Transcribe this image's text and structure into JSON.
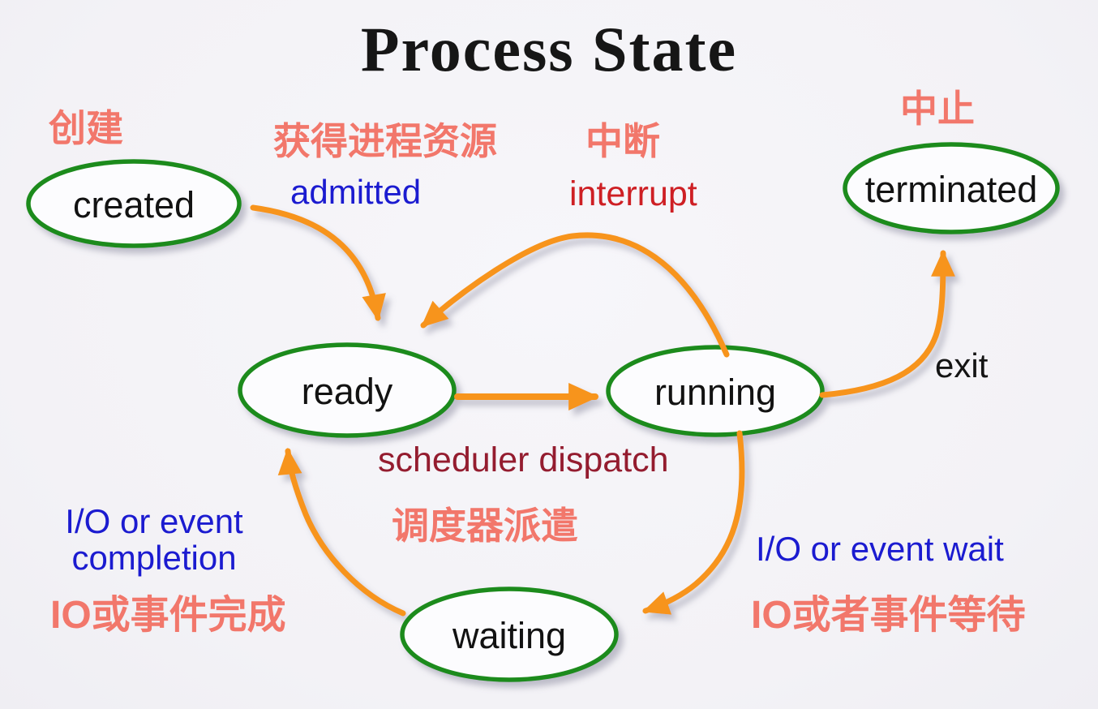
{
  "title": "Process State",
  "states": {
    "created": {
      "label": "created",
      "cn": "创建"
    },
    "ready": {
      "label": "ready"
    },
    "running": {
      "label": "running"
    },
    "waiting": {
      "label": "waiting"
    },
    "terminated": {
      "label": "terminated",
      "cn": "中止"
    }
  },
  "transitions": {
    "admitted": {
      "en": "admitted",
      "cn": "获得进程资源"
    },
    "interrupt": {
      "en": "interrupt",
      "cn": "中断"
    },
    "scheduler_dispatch": {
      "en": "scheduler dispatch",
      "cn": "调度器派遣"
    },
    "exit": {
      "en": "exit"
    },
    "io_event_wait": {
      "en": "I/O or event wait",
      "cn": "IO或者事件等待"
    },
    "io_event_completion": {
      "en": "I/O or event\ncompletion",
      "cn": "IO或事件完成"
    }
  },
  "colors": {
    "arrow_orange": "#f7941e",
    "state_border_green": "#1f8b1f",
    "coral_cn_text": "#f2776b",
    "blue_text": "#1b1bd0",
    "crimson_text": "#ce1f24",
    "maroon_text": "#941c2f",
    "title_text": "#161616",
    "background": "#f4f3f7"
  }
}
